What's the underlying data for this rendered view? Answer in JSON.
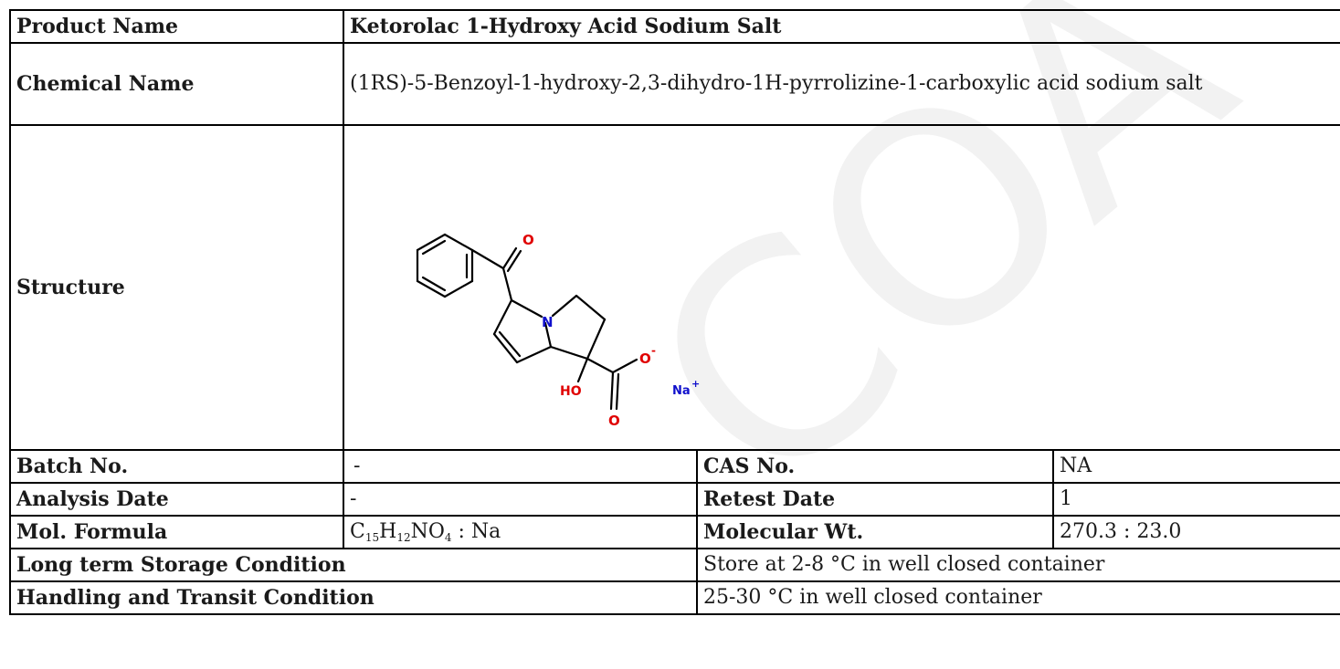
{
  "rows": {
    "product_name": {
      "label": "Product Name",
      "value": "Ketorolac 1-Hydroxy Acid Sodium Salt"
    },
    "chemical_name": {
      "label": "Chemical Name",
      "value": "(1RS)-5-Benzoyl-1-hydroxy-2,3-dihydro-1H-pyrrolizine-1-carboxylic acid sodium salt"
    },
    "structure": {
      "label": "Structure"
    },
    "batch_no": {
      "label": "Batch No.",
      "value": "-"
    },
    "cas_no": {
      "label": "CAS No.",
      "value": "NA"
    },
    "analysis_date": {
      "label": "Analysis Date",
      "value": "-"
    },
    "retest_date": {
      "label": "Retest Date",
      "value": "1"
    },
    "mol_formula": {
      "label": "Mol. Formula",
      "parts": {
        "c": "C",
        "c_n": "15",
        "h": "H",
        "h_n": "12",
        "rest": "NO",
        "o_n": "4",
        "salt": " : Na"
      }
    },
    "molecular_wt": {
      "label": "Molecular Wt.",
      "value": "270.3 : 23.0"
    },
    "storage": {
      "label": "Long term Storage Condition",
      "value": "Store at 2-8 °C in well closed container"
    },
    "handling": {
      "label": "Handling and Transit Condition",
      "value": "25-30 °C in well closed container"
    }
  },
  "structure_atoms": {
    "o_ketone": "O",
    "n": "N",
    "o_minus": "O",
    "minus": "-",
    "ho": "HO",
    "o_acid": "O",
    "na": "Na",
    "plus": "+"
  },
  "colors": {
    "oxygen": "#e00000",
    "nitrogen": "#1010cc",
    "border": "#000000"
  }
}
